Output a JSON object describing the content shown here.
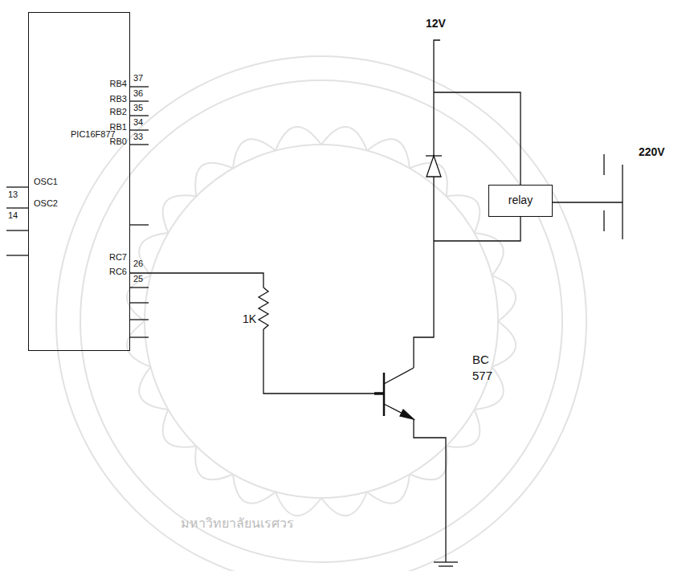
{
  "diagram": {
    "nodes": [
      {
        "text": [
          "PIC16F877"
        ]
      },
      {
        "text": [
          "relay"
        ]
      }
    ],
    "labels": [
      "12V",
      "220V",
      "RB4",
      "37",
      "RB3",
      "36",
      "RB2",
      "35",
      "RB1",
      "34",
      "OSC1",
      "13",
      "OSC2",
      "14",
      "RB0",
      "33",
      "RC7",
      "26",
      "RC6",
      "25",
      "1K",
      "BC 577",
      "มหาวิทยาลัยนเรศวร"
    ]
  }
}
